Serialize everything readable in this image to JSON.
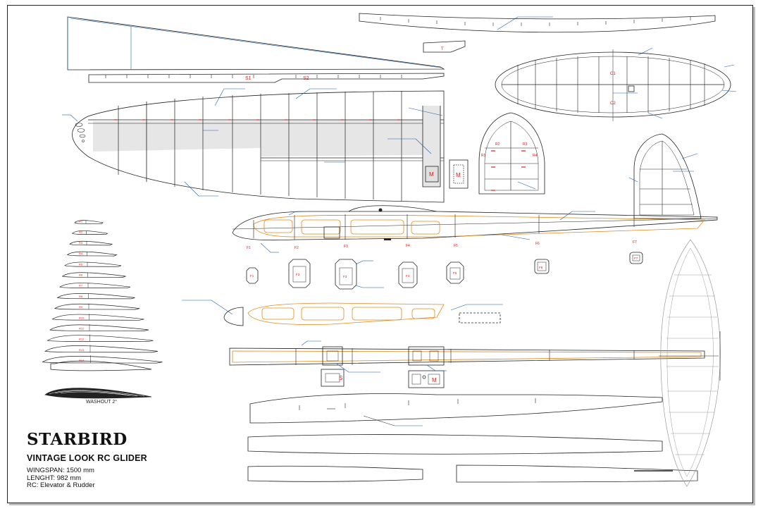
{
  "title_block": {
    "title": "STARBIRD",
    "subtitle": "VINTAGE LOOK RC GLIDER",
    "specs": [
      "WINGSPAN: 1500 mm",
      "LENGHT: 982 mm",
      "RC: Elevator & Rudder"
    ]
  },
  "airfoil_label": "WASHOUT 2°",
  "part_labels": {
    "spar_s1": "S1",
    "spar_s2": "S2",
    "tip_t": "T",
    "servo_m": "M",
    "servo_s": "S",
    "rib_c1": "C1",
    "rib_c2": "C2",
    "fuse_formers": [
      "F1",
      "F2",
      "F3",
      "F4",
      "F5",
      "F6",
      "F7"
    ],
    "fin_ribs": [
      "R1",
      "R2",
      "R3",
      "R4"
    ],
    "wing_ribs": [
      "R1",
      "R2",
      "R3",
      "R4",
      "R5",
      "R6",
      "R7",
      "R8",
      "R9",
      "R10",
      "R11",
      "R12",
      "R13",
      "R14"
    ]
  },
  "colors": {
    "line": "#222222",
    "leader": "#1f5fa8",
    "balsa": "#e08a1e",
    "mark": "#d42020",
    "shade": "#e6e6e6",
    "ghost": "#9a9a9a"
  }
}
